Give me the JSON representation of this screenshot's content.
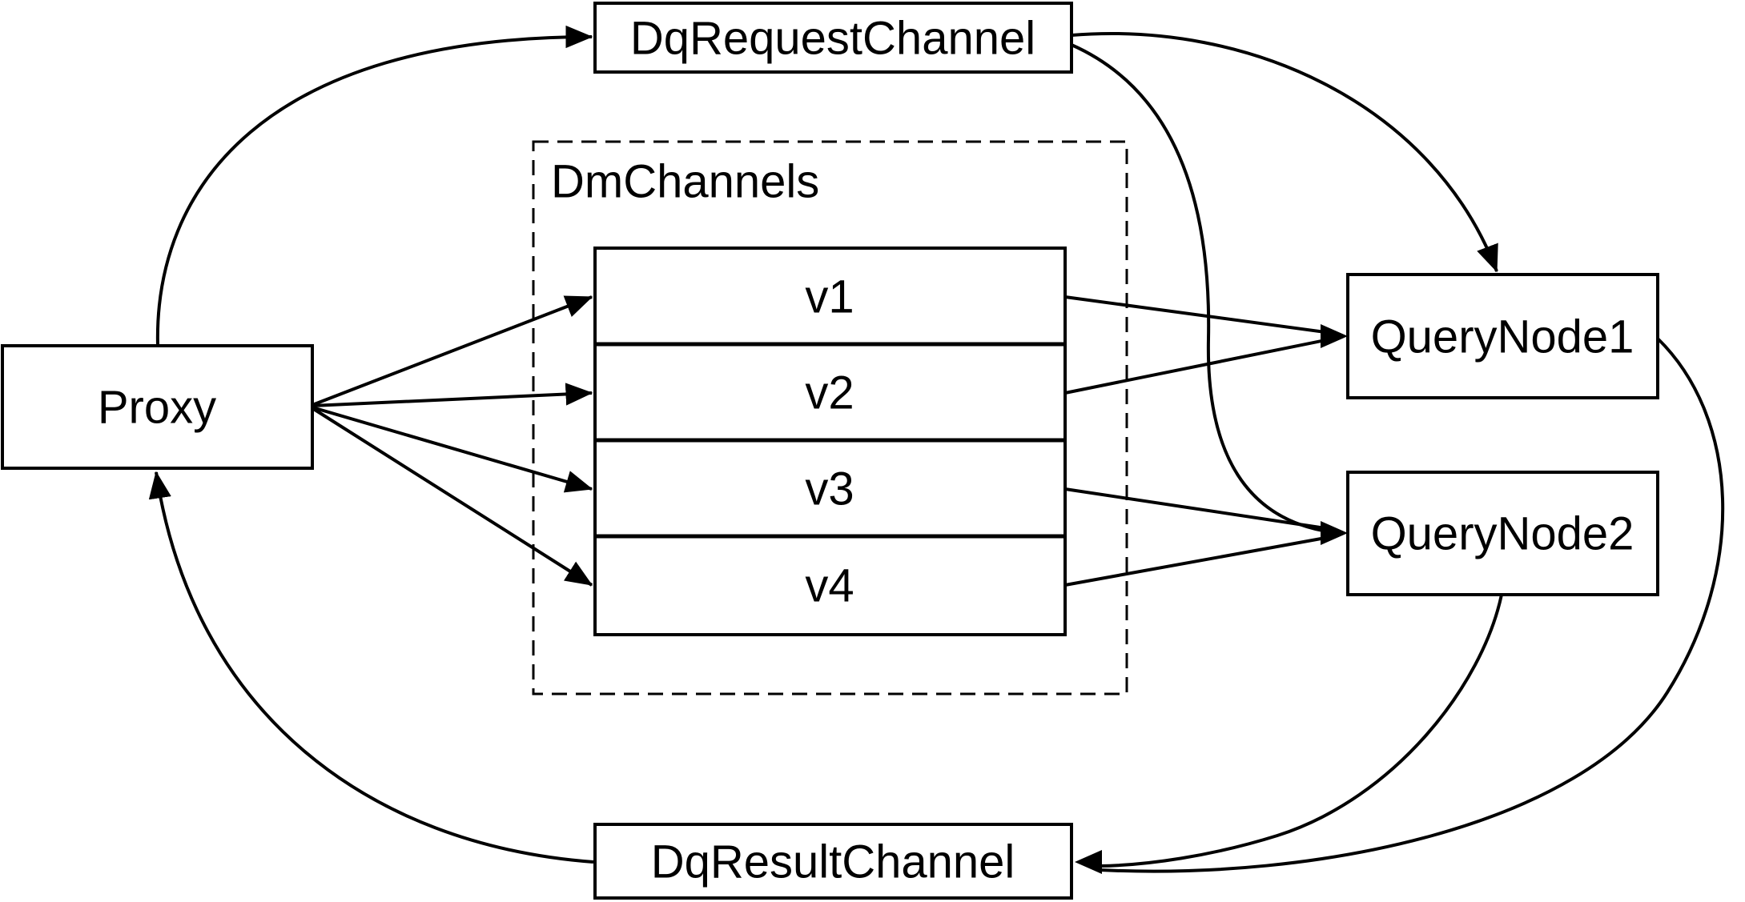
{
  "diagram": {
    "nodes": {
      "dq_request_channel": {
        "label": "DqRequestChannel"
      },
      "proxy": {
        "label": "Proxy"
      },
      "dm_channels_group": {
        "label": "DmChannels"
      },
      "channels": [
        {
          "label": "v1"
        },
        {
          "label": "v2"
        },
        {
          "label": "v3"
        },
        {
          "label": "v4"
        }
      ],
      "query_node_1": {
        "label": "QueryNode1"
      },
      "query_node_2": {
        "label": "QueryNode2"
      },
      "dq_result_channel": {
        "label": "DqResultChannel"
      }
    },
    "edges": [
      {
        "from": "proxy",
        "to": "dq_request_channel"
      },
      {
        "from": "dq_request_channel",
        "to": "query_node_1"
      },
      {
        "from": "dq_request_channel",
        "to": "query_node_2"
      },
      {
        "from": "proxy",
        "to": "v1"
      },
      {
        "from": "proxy",
        "to": "v2"
      },
      {
        "from": "proxy",
        "to": "v3"
      },
      {
        "from": "proxy",
        "to": "v4"
      },
      {
        "from": "v1",
        "to": "query_node_1"
      },
      {
        "from": "v2",
        "to": "query_node_1"
      },
      {
        "from": "v3",
        "to": "query_node_2"
      },
      {
        "from": "v4",
        "to": "query_node_2"
      },
      {
        "from": "query_node_1",
        "to": "dq_result_channel"
      },
      {
        "from": "query_node_2",
        "to": "dq_result_channel"
      },
      {
        "from": "dq_result_channel",
        "to": "proxy"
      }
    ],
    "colors": {
      "stroke": "#000000",
      "fill": "#ffffff",
      "text": "#000000"
    }
  }
}
